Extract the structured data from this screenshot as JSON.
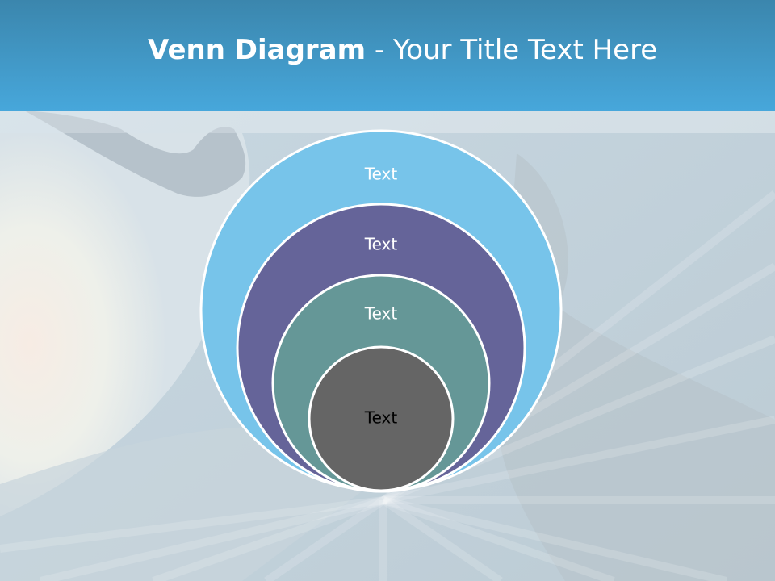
{
  "slide": {
    "title_bold": "Venn Diagram",
    "title_rest": " - Your Title Text Here"
  },
  "venn": {
    "rings": [
      {
        "label": "Text",
        "fill": "#77c4ea",
        "text_color": "#ffffff"
      },
      {
        "label": "Text",
        "fill": "#656499",
        "text_color": "#ffffff"
      },
      {
        "label": "Text",
        "fill": "#659797",
        "text_color": "#ffffff"
      },
      {
        "label": "Text",
        "fill": "#656565",
        "text_color": "#000000"
      }
    ]
  },
  "colors": {
    "header_top": "#3b86ad",
    "header_bottom": "#47a7db",
    "ring_stroke": "#ffffff"
  }
}
